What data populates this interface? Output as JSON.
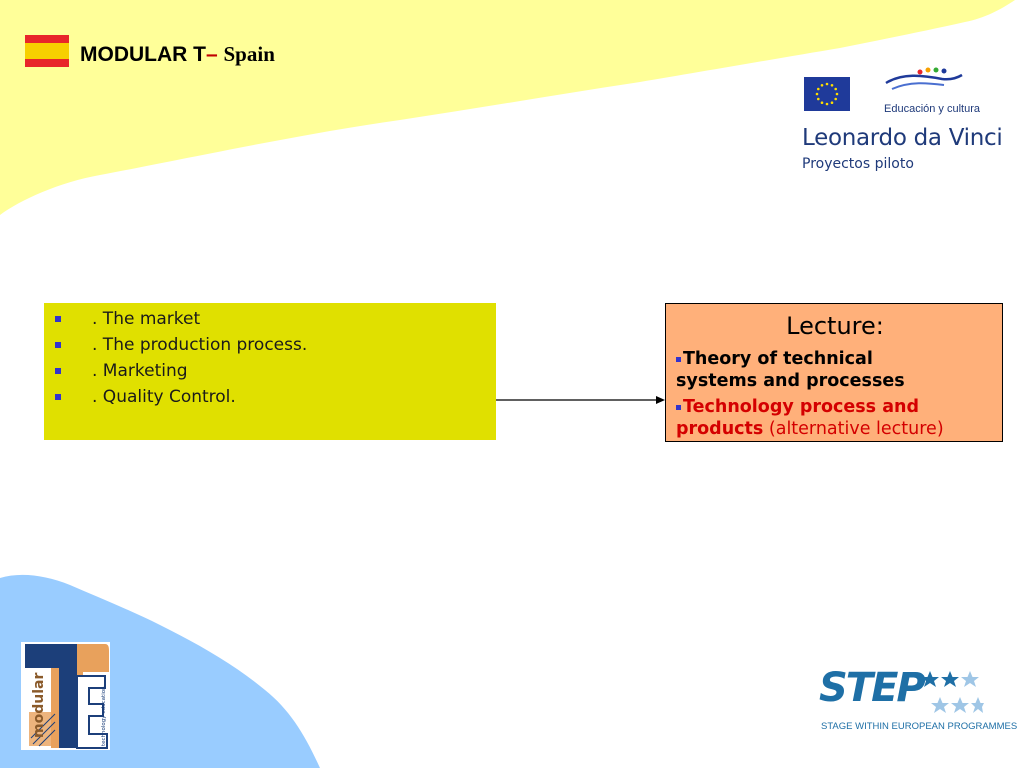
{
  "header": {
    "title_main": "MODULAR T",
    "title_dash": "– ",
    "title_country": "Spain",
    "flag_colors": {
      "red": "#e8262a",
      "yellow": "#f7d000"
    }
  },
  "eu_logo": {
    "line1": "Educación y cultura",
    "line2": "Leonardo da Vinci",
    "line3": "Proyectos piloto"
  },
  "topics": {
    "items": [
      ". The market",
      ". The production  process.",
      ". Marketing",
      ". Quality Control."
    ],
    "bg_color": "#e0e000"
  },
  "lecture": {
    "heading": "Lecture:",
    "item1_line1": "Theory of technical",
    "item1_line2": "systems and processes",
    "item2_line1": "Technology process and",
    "item2_bold": "products",
    "item2_suffix": " (alternative lecture)",
    "bg_color": "#ffb07a"
  },
  "modular_logo": {
    "word": "modular",
    "sub": "technology education"
  },
  "step_logo": {
    "word": "STEP",
    "sub": "STAGE WITHIN EUROPEAN PROGRAMMES"
  }
}
